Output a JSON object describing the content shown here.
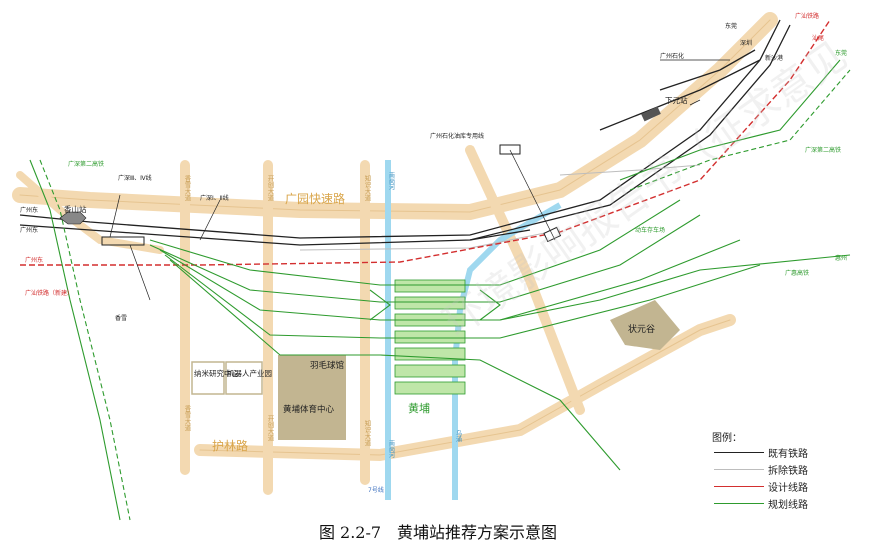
{
  "caption": "图 2.2-7　黄埔站推荐方案示意图",
  "watermark": "环境影响报告书（征求意见",
  "colors": {
    "existing": "#222222",
    "demolished": "#bdbdbd",
    "designed": "#d32f2f",
    "planned": "#2e9b2e",
    "road": "#f3d9b1",
    "river": "#9fd8ef",
    "block": "#c2b591"
  },
  "legend": {
    "title": "图例：",
    "items": [
      {
        "label": "既有铁路",
        "key": "existing"
      },
      {
        "label": "拆除铁路",
        "key": "demolished"
      },
      {
        "label": "设计线路",
        "key": "designed"
      },
      {
        "label": "规划线路",
        "key": "planned"
      }
    ]
  },
  "roads": {
    "guangyuan": "广园快速路",
    "hulin": "护林路",
    "vertical_1": "香雪大道",
    "vertical_2": "开创大道",
    "vertical_3": "知识大道"
  },
  "rivers": {
    "nangang": "南岗河",
    "wuchong": "乌涌"
  },
  "places": {
    "xiangshan": "香山站",
    "xiayuan": "下元站",
    "huangpu": "黄埔",
    "yumaoqiu": "羽毛球馆",
    "tiyuzhongxin": "黄埔体育中心",
    "namigu": "纳米研究中心",
    "robot": "机器人产业园",
    "zhuangyuangu": "状元谷",
    "petrochem": "广州石化",
    "petrochem_line": "广州石化油库专用线",
    "metro7": "7号线",
    "yard": "动车存车场"
  },
  "rail_labels": {
    "guangshen_3_4": "广深Ⅲ、Ⅳ线",
    "guangshen_1_2": "广深Ⅰ、Ⅱ线",
    "guangshan": "广汕铁路（新建）",
    "guangshan_top": "广汕铁路",
    "guangshen_2nd": "广深第二高铁",
    "guangzhou_east_left": "广州东",
    "guangzhou_east_right": "广州东",
    "guangzhou_east_red": "广州东",
    "guangshen_2nd_left": "广深第二高铁",
    "guangshen_2nd_right": "广深第二高铁",
    "guanghui": "广惠高铁",
    "dongguan": "东莞",
    "shenzhen": "深圳",
    "shantou": "汕尾",
    "xinsha": "新沙港",
    "huizhou": "惠州",
    "dongguan_right": "东莞",
    "xiangxue": "香雪"
  }
}
